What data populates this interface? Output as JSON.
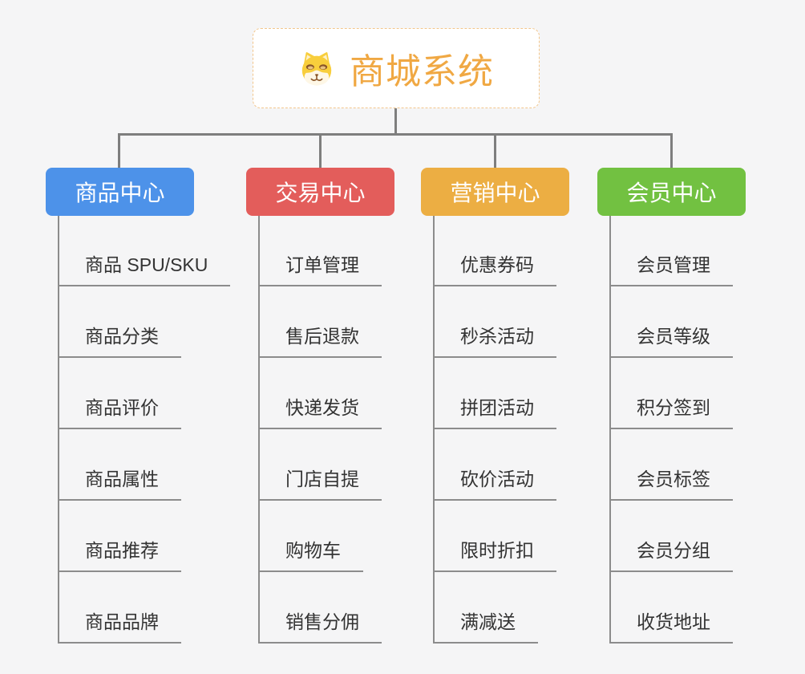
{
  "root": {
    "title": "商城系统",
    "title_color": "#F0A843",
    "icon": "dog-face-icon"
  },
  "branches": [
    {
      "label": "商品中心",
      "color": "#4D92E9",
      "children": [
        "商品 SPU/SKU",
        "商品分类",
        "商品评价",
        "商品属性",
        "商品推荐",
        "商品品牌"
      ]
    },
    {
      "label": "交易中心",
      "color": "#E35D5B",
      "children": [
        "订单管理",
        "售后退款",
        "快递发货",
        "门店自提",
        "购物车",
        "销售分佣"
      ]
    },
    {
      "label": "营销中心",
      "color": "#ECAE43",
      "children": [
        "优惠券码",
        "秒杀活动",
        "拼团活动",
        "砍价活动",
        "限时折扣",
        "满减送"
      ]
    },
    {
      "label": "会员中心",
      "color": "#72C141",
      "children": [
        "会员管理",
        "会员等级",
        "积分签到",
        "会员标签",
        "会员分组",
        "收货地址"
      ]
    }
  ],
  "colors": {
    "background": "#F5F5F6",
    "connector": "#7E7E7E",
    "underline": "#8C8C8C",
    "item_text": "#333333",
    "root_border": "#F2C68C"
  }
}
